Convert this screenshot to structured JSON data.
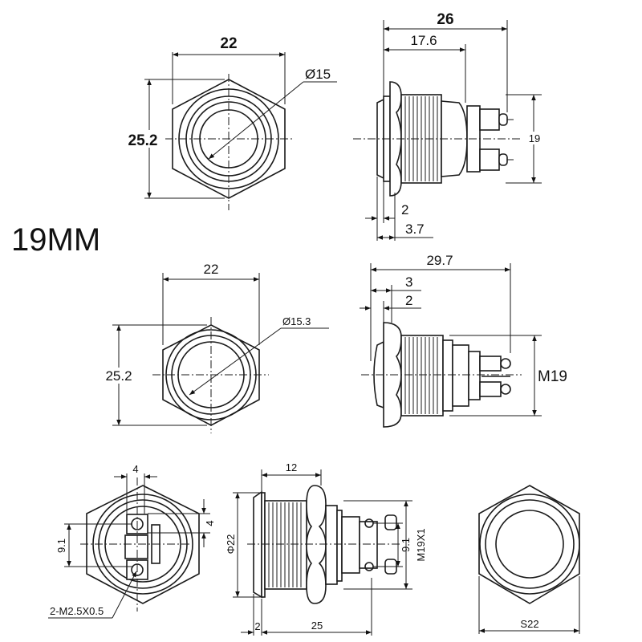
{
  "title": "19MM",
  "top_front": {
    "width": "22",
    "height": "25.2",
    "diameter": "Ø15"
  },
  "top_side": {
    "length": "26",
    "body_length": "17.6",
    "terminal_span": "19",
    "flange": "2",
    "head": "3.7"
  },
  "mid_front": {
    "width": "22",
    "height": "25.2",
    "diameter": "Ø15.3"
  },
  "mid_side": {
    "length": "29.7",
    "head": "3",
    "flange": "2",
    "thread": "M19"
  },
  "bottom_rear": {
    "terminal_width": "4",
    "terminal_height": "4",
    "spacing": "9.1",
    "screw": "2-M2.5X0.5"
  },
  "bottom_side": {
    "thread_length": "12",
    "diameter": "Φ22",
    "spacing": "9.1",
    "thread": "M19X1",
    "flange": "2",
    "length": "25"
  },
  "bottom_front": {
    "nut": "S22"
  }
}
